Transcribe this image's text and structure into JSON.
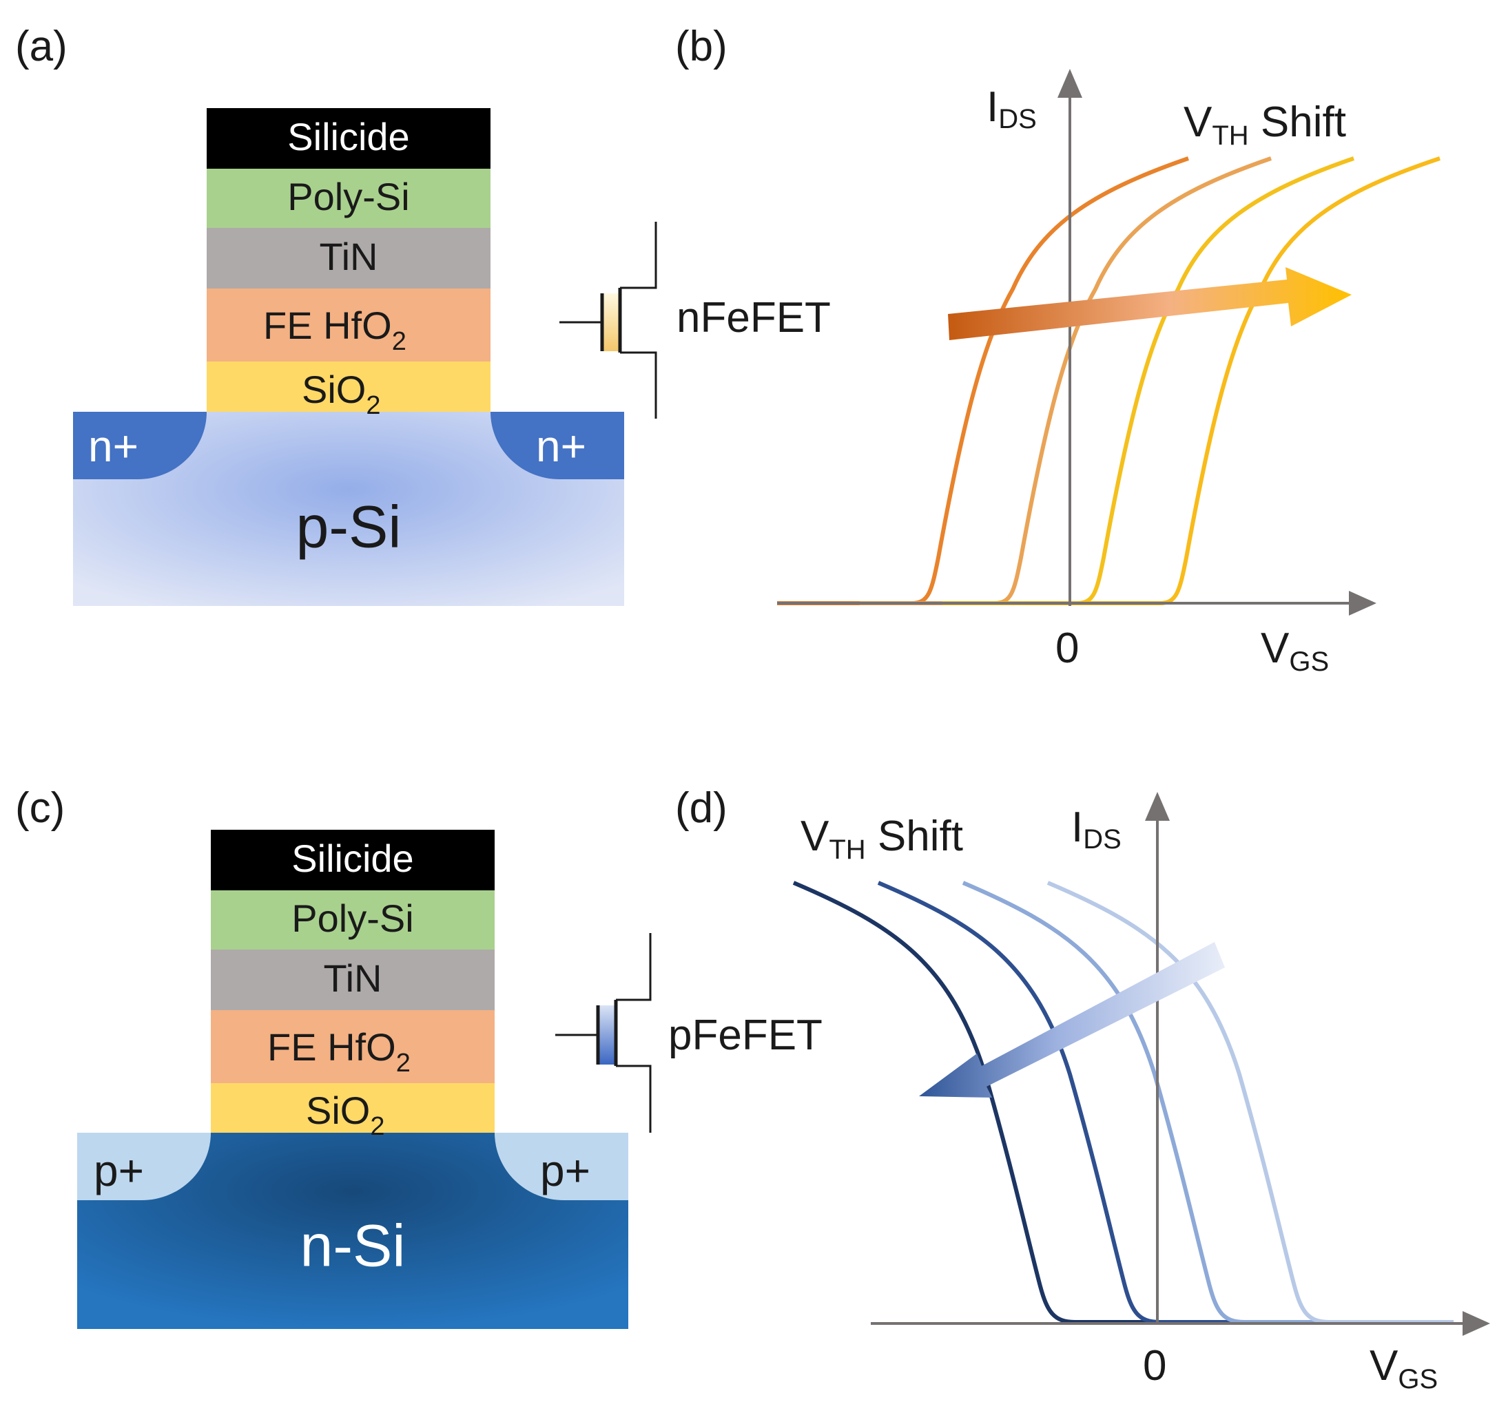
{
  "panels": {
    "a": {
      "label": "(a)",
      "layers": [
        "Silicide",
        "Poly-Si",
        "TiN",
        "FE HfO",
        "SiO"
      ],
      "layer_subscripts": [
        "",
        "",
        "",
        "2",
        "2"
      ],
      "source_label": "n+",
      "drain_label": "n+",
      "substrate_label": "p-Si",
      "symbol_label": "nFeFET"
    },
    "b": {
      "label": "(b)",
      "y_axis": "I",
      "y_axis_sub": "DS",
      "x_axis": "V",
      "x_axis_sub": "GS",
      "zero_label": "0",
      "shift_label": "V",
      "shift_label_sub": "TH",
      "shift_label_rest": " Shift"
    },
    "c": {
      "label": "(c)",
      "layers": [
        "Silicide",
        "Poly-Si",
        "TiN",
        "FE HfO",
        "SiO"
      ],
      "layer_subscripts": [
        "",
        "",
        "",
        "2",
        "2"
      ],
      "source_label": "p+",
      "drain_label": "p+",
      "substrate_label": "n-Si",
      "symbol_label": "pFeFET"
    },
    "d": {
      "label": "(d)",
      "y_axis": "I",
      "y_axis_sub": "DS",
      "x_axis": "V",
      "x_axis_sub": "GS",
      "zero_label": "0",
      "shift_label": "V",
      "shift_label_sub": "TH",
      "shift_label_rest": " Shift"
    }
  },
  "colors": {
    "silicide": "#000000",
    "poly_si": "#a9d18e",
    "tin": "#aeaaaa",
    "fe_hfo2": "#f4b183",
    "sio2": "#ffd966",
    "n_plus": "#4472c4",
    "p_si": "#a4b6ec",
    "p_plus": "#bdd7ee",
    "n_si": "#1f5f99",
    "axis": "#767171",
    "n_curves": [
      "#e8832c",
      "#e9a356",
      "#f4c01c",
      "#f8bb1a"
    ],
    "p_curves": [
      "#1c3563",
      "#2e4f8f",
      "#8da9d8",
      "#b7c9e7"
    ]
  }
}
